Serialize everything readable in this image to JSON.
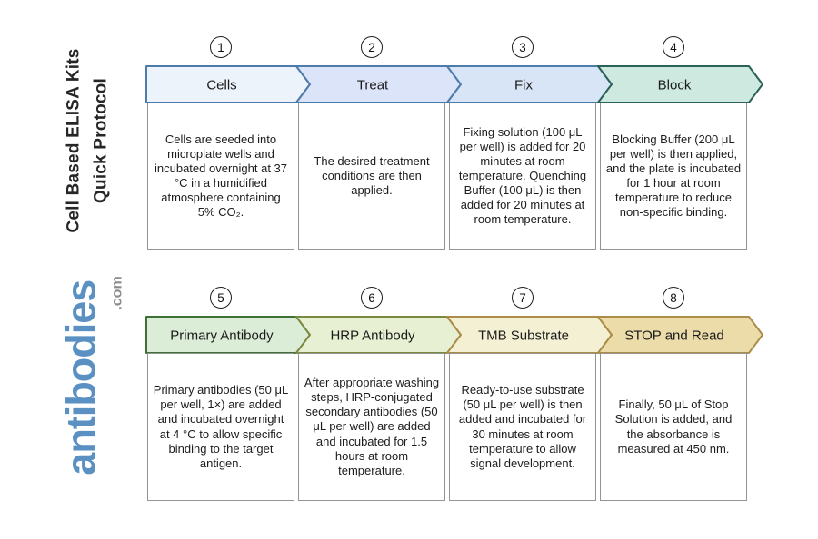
{
  "sidebar": {
    "title_line1": "Cell Based ELISA Kits",
    "title_line2": "Quick Protocol",
    "logo_text": "antibodies",
    "logo_suffix": ".com",
    "logo_color": "#5b90c3",
    "logo_suffix_color": "#8c8c8c"
  },
  "steps": [
    {
      "number": "1",
      "label": "Cells",
      "fill": "#edf3fa",
      "stroke": "#4e7ba9",
      "description": "Cells are seeded into microplate wells and incubated overnight at 37 °C in a humidified atmosphere containing 5% CO₂."
    },
    {
      "number": "2",
      "label": "Treat",
      "fill": "#dbe4f8",
      "stroke": "#4e7ba9",
      "description": "The desired treatment conditions are then applied."
    },
    {
      "number": "3",
      "label": "Fix",
      "fill": "#d7e5f6",
      "stroke": "#4e7ba9",
      "description": "Fixing solution (100 μL per well) is added for 20 minutes at room temperature. Quenching Buffer (100 μL) is then added for 20 minutes at room temperature."
    },
    {
      "number": "4",
      "label": "Block",
      "fill": "#cee9df",
      "stroke": "#2b6156",
      "description": "Blocking Buffer (200 μL per well) is then applied, and the plate is incubated for 1 hour at room temperature to reduce non-specific binding."
    },
    {
      "number": "5",
      "label": "Primary Antibody",
      "fill": "#dcedd7",
      "stroke": "#3f7137",
      "description": "Primary antibodies (50 μL per well, 1×) are added and incubated overnight at 4 °C to allow specific binding to the target antigen."
    },
    {
      "number": "6",
      "label": "HRP Antibody",
      "fill": "#e8f0d3",
      "stroke": "#7b8a43",
      "description": "After appropriate washing steps, HRP-conjugated secondary antibodies (50 μL per well) are added and incubated for 1.5 hours at room temperature."
    },
    {
      "number": "7",
      "label": "TMB Substrate",
      "fill": "#f4f0d3",
      "stroke": "#ac8c49",
      "description": "Ready-to-use substrate (50 μL per well) is then added and incubated for 30 minutes at room temperature to allow signal development."
    },
    {
      "number": "8",
      "label": "STOP and Read",
      "fill": "#ebdca9",
      "stroke": "#ac8c49",
      "description": "Finally, 50 μL of Stop Solution is added, and the absorbance is measured at 450 nm."
    }
  ]
}
